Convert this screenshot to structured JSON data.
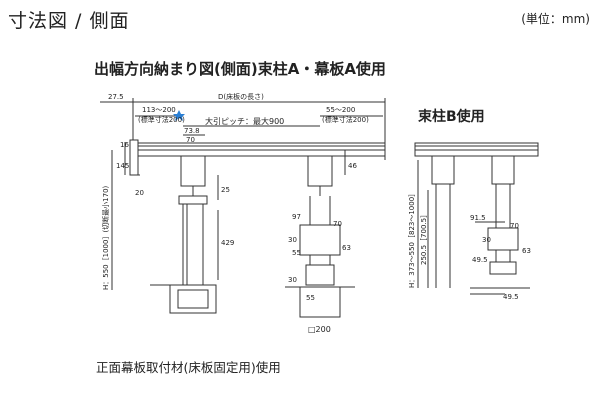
{
  "header": {
    "title": "寸法図 / 側面",
    "unit": "(単位：mm)"
  },
  "diagram_title": "出幅方向納まり図(側面)束柱A・幕板A使用",
  "section_b_title": "束柱B使用",
  "caption": "正面幕板取付材(床板固定用)使用",
  "labels": {
    "top_27_5": "27.5",
    "d_length": "D(床板の長さ)",
    "left_range": "113～200",
    "left_std": "(標準寸法200)",
    "right_range": "55～200",
    "right_std": "(標準寸法200)",
    "pitch": "大引ピッチ：最大900",
    "d73_8": "73.8",
    "d70a": "70",
    "d16": "16",
    "d145": "145",
    "d20": "20",
    "d46": "46",
    "d25": "25",
    "d429": "429",
    "d97": "97",
    "d70b": "70",
    "d30a": "30",
    "d55a": "55",
    "d63a": "63",
    "d30b": "30",
    "d55b": "55",
    "h_left": "H：550［1000］(切断最小170)",
    "d200": "□200",
    "b_91_5": "91.5",
    "b_70": "70",
    "b_30": "30",
    "b_63": "63",
    "b_49_5a": "49.5",
    "b_49_5b": "49.5",
    "b_height": "H：373～550［823～1000］",
    "b_250": "250.5［700.5］"
  },
  "colors": {
    "line": "#333333",
    "accent": "#2a7fd4"
  }
}
